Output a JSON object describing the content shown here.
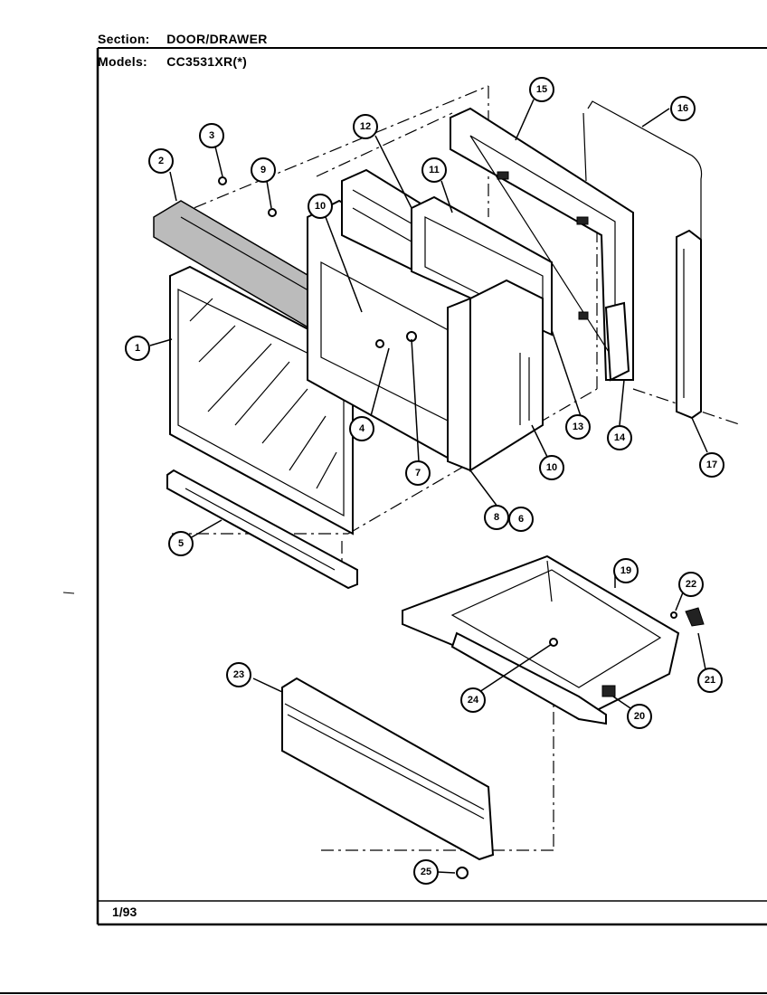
{
  "header": {
    "section_label": "Section:",
    "section_value": "DOOR/DRAWER",
    "models_label": "Models:",
    "models_value": "CC3531XR(*)"
  },
  "footer": {
    "date": "1/93"
  },
  "callouts": [
    "1",
    "2",
    "3",
    "9",
    "10",
    "12",
    "11",
    "15",
    "16",
    "4",
    "7",
    "8",
    "6",
    "10",
    "13",
    "14",
    "17",
    "5",
    "19",
    "22",
    "21",
    "20",
    "23",
    "24",
    "25"
  ]
}
